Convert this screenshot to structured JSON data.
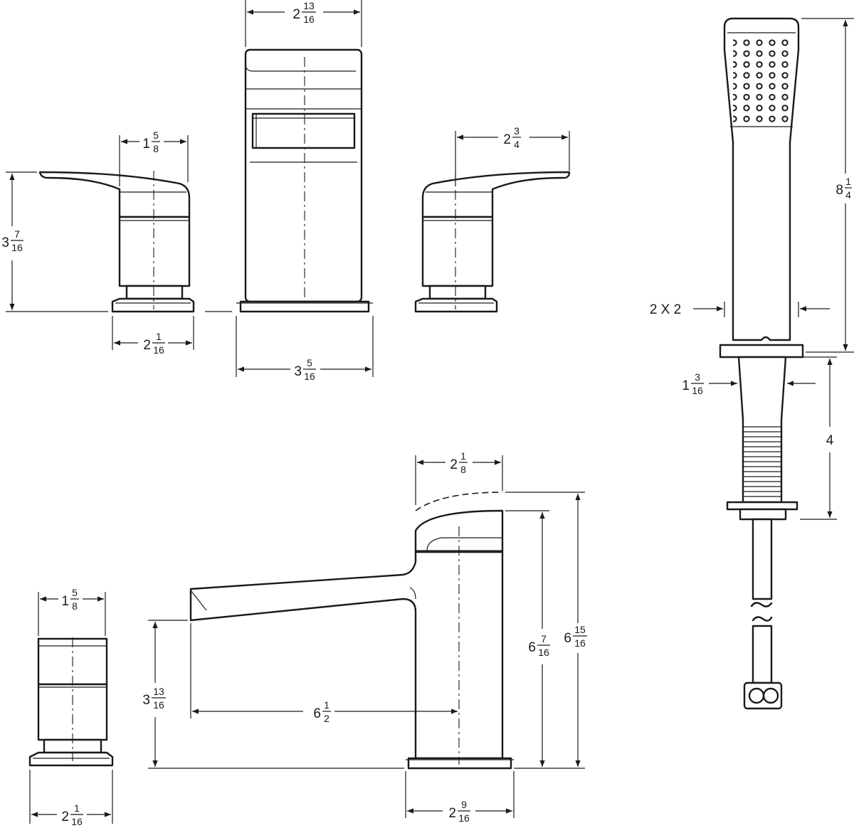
{
  "diagram": {
    "dimensions": {
      "spout_width": {
        "whole": "2",
        "num": "13",
        "den": "16"
      },
      "left_handle_width": {
        "whole": "1",
        "num": "5",
        "den": "8"
      },
      "right_handle_reach": {
        "whole": "2",
        "num": "3",
        "den": "4"
      },
      "handle_height": {
        "whole": "3",
        "num": "7",
        "den": "16"
      },
      "left_handle_base": {
        "whole": "2",
        "num": "1",
        "den": "16"
      },
      "spout_base": {
        "whole": "3",
        "num": "5",
        "den": "16"
      },
      "handshower_length": {
        "whole": "8",
        "num": "1",
        "den": "4"
      },
      "handshower_head": "2 X 2",
      "holder_diameter": {
        "whole": "1",
        "num": "3",
        "den": "16"
      },
      "holder_depth": "4",
      "side_lever_width": {
        "whole": "2",
        "num": "1",
        "den": "8"
      },
      "spout_body_height": {
        "whole": "6",
        "num": "7",
        "den": "16"
      },
      "spout_total_height": {
        "whole": "6",
        "num": "15",
        "den": "16"
      },
      "spout_outlet_height": {
        "whole": "3",
        "num": "13",
        "den": "16"
      },
      "spout_reach": {
        "whole": "6",
        "num": "1",
        "den": "2"
      },
      "side_handle_width": {
        "whole": "1",
        "num": "5",
        "den": "8"
      },
      "side_handle_base": {
        "whole": "2",
        "num": "1",
        "den": "16"
      },
      "side_spout_base": {
        "whole": "2",
        "num": "9",
        "den": "16"
      }
    }
  }
}
